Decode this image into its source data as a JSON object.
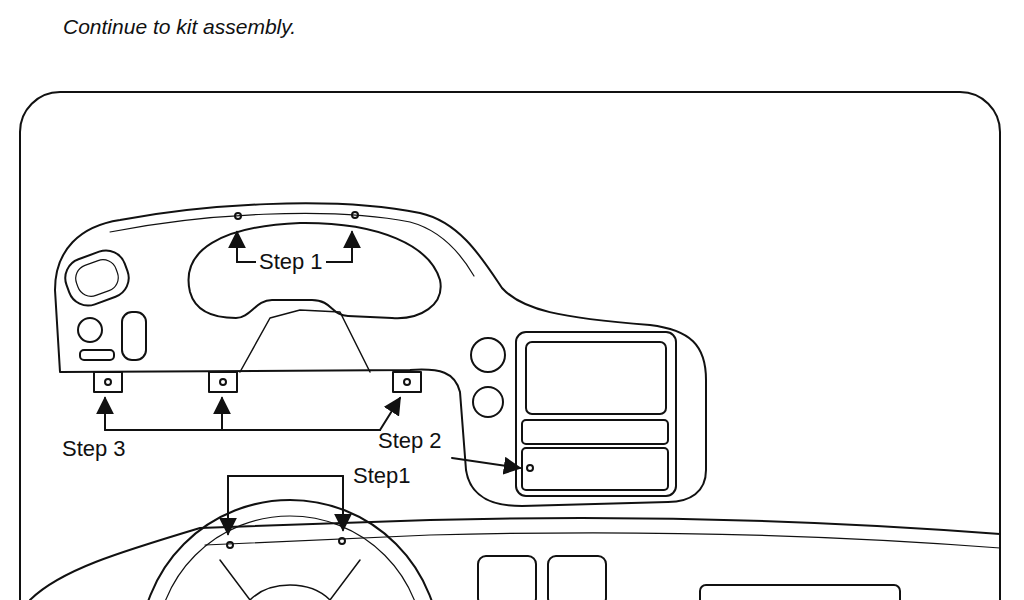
{
  "diagram": {
    "labels": [
      "Continue to kit assembly.",
      "Step 1",
      "Step 3",
      "Step 2",
      "Step1"
    ]
  }
}
